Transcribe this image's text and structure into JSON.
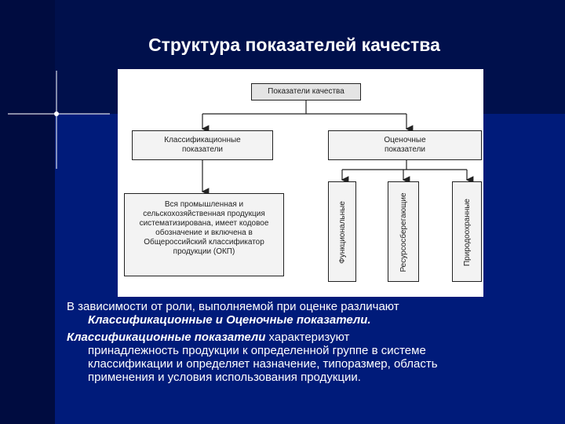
{
  "slide": {
    "title": "Структура показателей качества"
  },
  "diagram": {
    "root": "Показатели качества",
    "left_node": "Классификационные показатели",
    "right_node": "Оценочные показатели",
    "description": "Вся промышленная и сельскохозяйственная продукция систематизирована, имеет кодовое обозначение и включена в Общероссийский классификатор продукции (ОКП)",
    "leaf_1": "Функциональные",
    "leaf_2": "Ресурсосберегающие",
    "leaf_3": "Природоохранные"
  },
  "body": {
    "line1": "В зависимости от роли, выполняемой при оценке различают",
    "line2": "Классификационные и Оценочные показатели.",
    "para2_lead": "Классификационные показатели",
    "para2_rest1": " характеризуют",
    "para2_line2": "принадлежность продукции к определенной группе в системе",
    "para2_line3": "классификации и определяет назначение, типоразмер, область",
    "para2_line4": "применения и условия использования продукции."
  }
}
